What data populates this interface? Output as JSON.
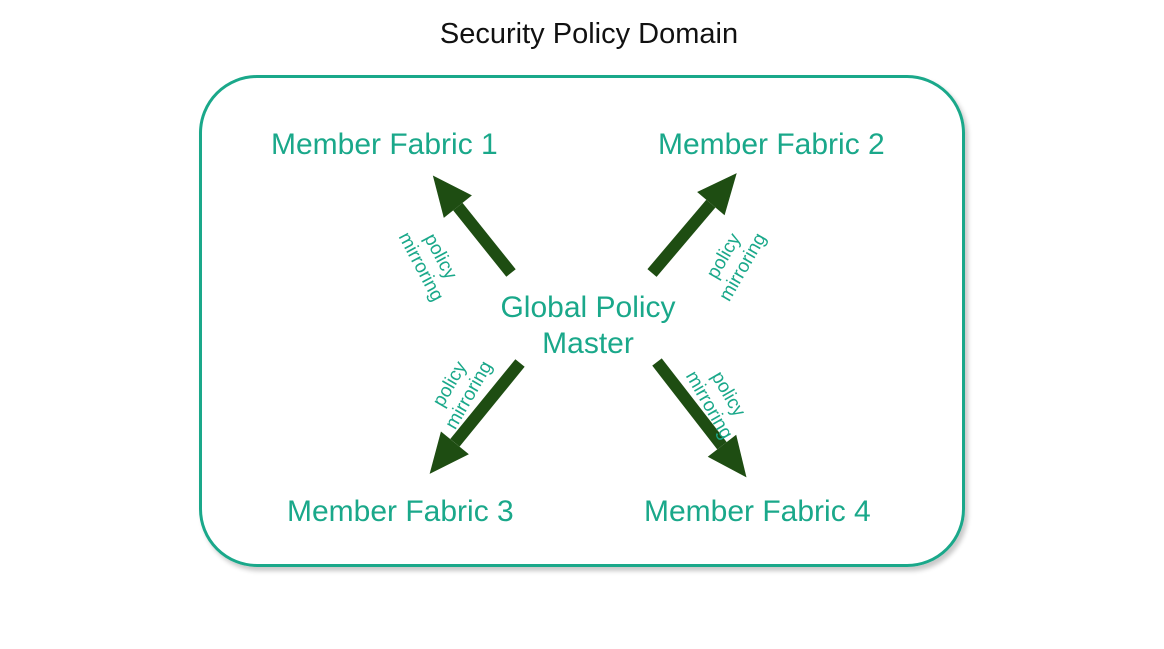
{
  "title": "Security Policy Domain",
  "master": {
    "line1": "Global Policy",
    "line2": "Master"
  },
  "members": [
    "Member Fabric 1",
    "Member Fabric 2",
    "Member Fabric 3",
    "Member Fabric 4"
  ],
  "edge_label": {
    "line1": "policy",
    "line2": "mirroring"
  },
  "colors": {
    "accent": "#1aa88a",
    "arrow": "#1e4d12",
    "title": "#111111"
  }
}
